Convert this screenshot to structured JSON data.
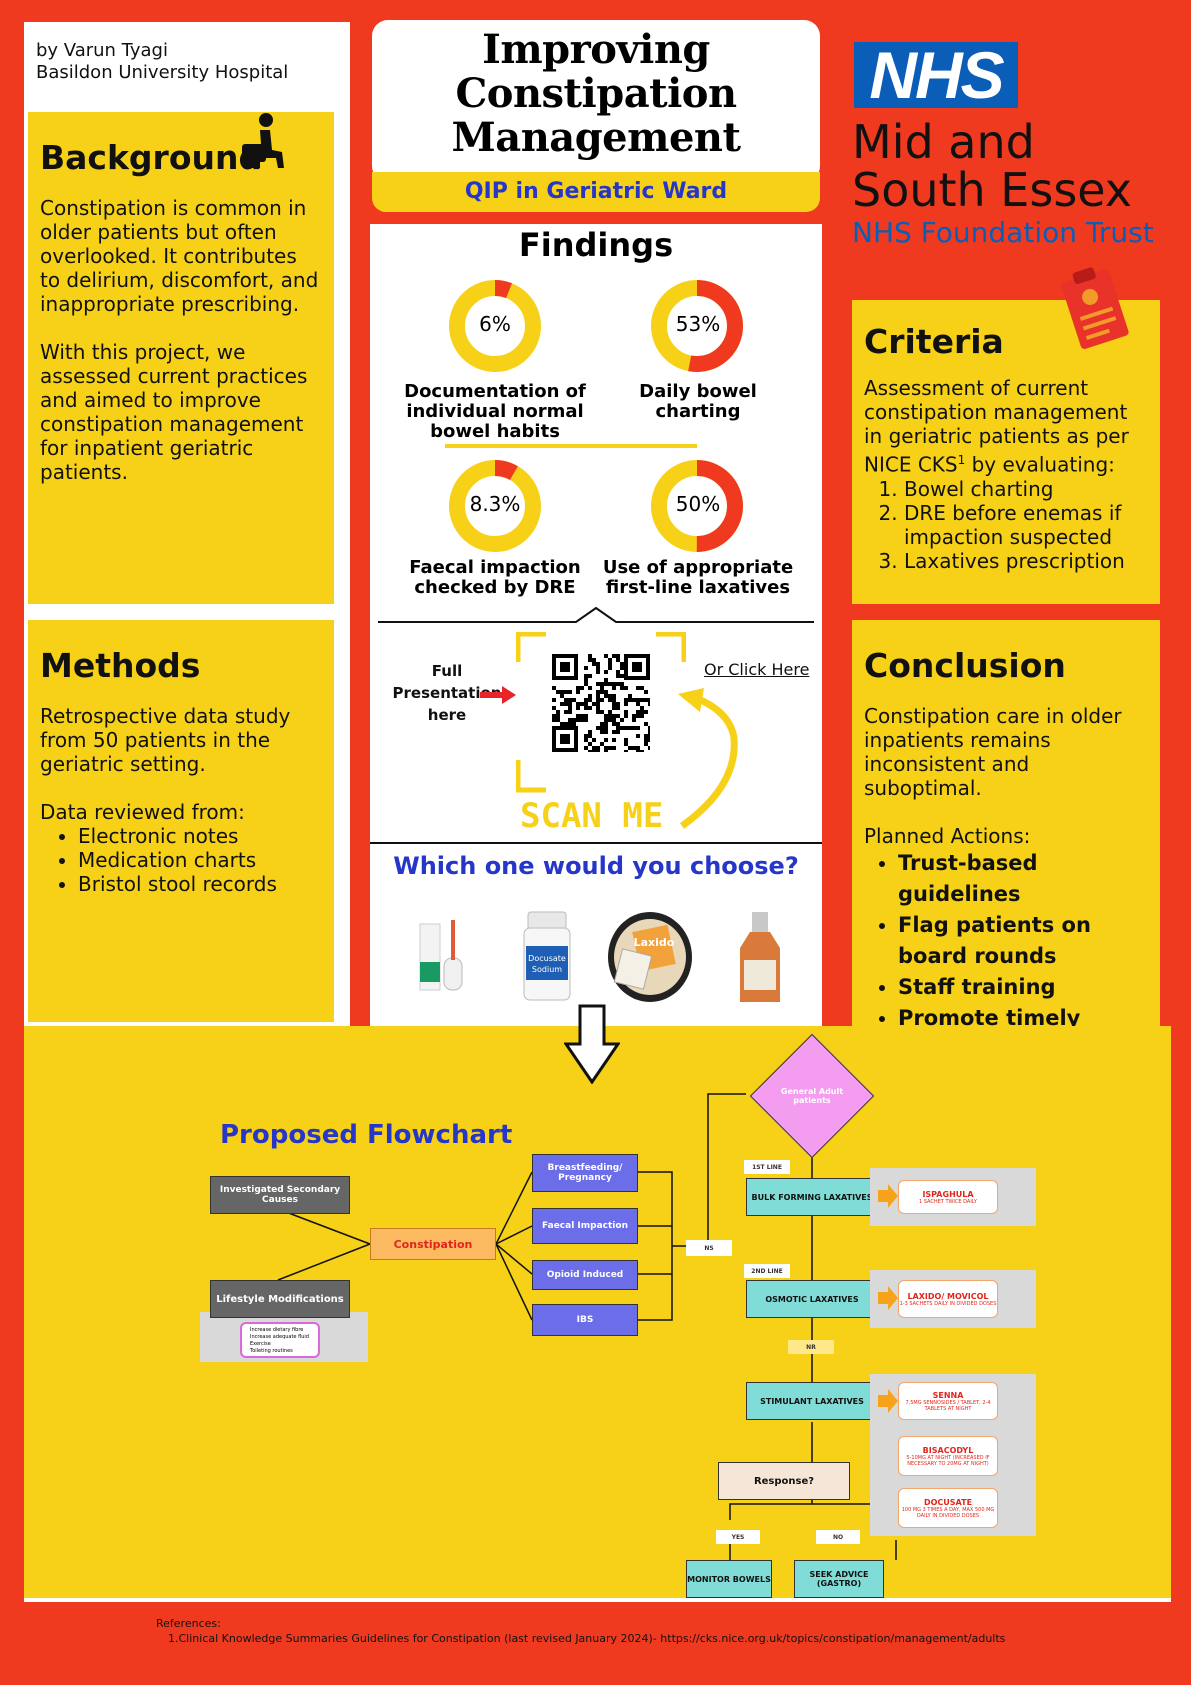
{
  "author": {
    "line1": "by Varun Tyagi",
    "line2": "Basildon University Hospital"
  },
  "title": {
    "line1": "Improving",
    "line2": "Constipation",
    "line3": "Management",
    "subtitle": "QIP in Geriatric Ward"
  },
  "logo": {
    "nhs": "NHS",
    "trust_line1": "Mid and",
    "trust_line2": "South Essex",
    "trust_line3": "NHS Foundation Trust"
  },
  "background": {
    "heading": "Background",
    "p1": "Constipation is common in older patients but often overlooked. It contributes to delirium, discomfort, and inappropriate prescribing.",
    "p2": "With this project, we assessed current practices and aimed to improve constipation management for inpatient geriatric patients."
  },
  "methods": {
    "heading": "Methods",
    "p1": "Retrospective data study from 50 patients in the geriatric setting.",
    "p2": "Data reviewed from:",
    "items": [
      "Electronic notes",
      "Medication charts",
      "Bristol stool records"
    ]
  },
  "criteria": {
    "heading": "Criteria",
    "intro": "Assessment of current constipation management in geriatric patients as per NICE CKS",
    "sup": "1",
    "intro_end": " by evaluating:",
    "items": [
      "Bowel charting",
      "DRE before enemas if impaction suspected",
      "Laxatives prescription"
    ]
  },
  "conclusion": {
    "heading": "Conclusion",
    "p1": "Constipation care in older inpatients remains inconsistent and suboptimal.",
    "p2": "Planned Actions:",
    "items": [
      "Trust-based guidelines",
      "Flag patients on board rounds",
      "Staff training",
      "Promote timely DREs"
    ]
  },
  "findings": {
    "heading": "Findings",
    "donuts": [
      {
        "pct_label": "6%",
        "value": 6,
        "label_lines": [
          "Documentation of",
          "individual normal",
          "bowel habits"
        ]
      },
      {
        "pct_label": "53%",
        "value": 53,
        "label_lines": [
          "Daily bowel",
          "charting"
        ]
      },
      {
        "pct_label": "8.3%",
        "value": 8.3,
        "label_lines": [
          "Faecal impaction",
          "checked by DRE"
        ]
      },
      {
        "pct_label": "50%",
        "value": 50,
        "label_lines": [
          "Use of appropriate",
          "first-line laxatives"
        ]
      }
    ]
  },
  "qr": {
    "full_line1": "Full Presentation",
    "full_line2": "here",
    "click": "Or Click Here",
    "scan": "SCAN  ME"
  },
  "question": "Which one would you choose?",
  "flowchart": {
    "title": "Proposed Flowchart",
    "constipation": "Constipation",
    "secondary": "Investigated Secondary Causes",
    "lifestyle": "Lifestyle Modifications",
    "lifestyle_items": [
      "Increase dietary fibre",
      "Increase adequate fluid",
      "Exercise",
      "Toileting routines"
    ],
    "causes": [
      "Breastfeeding/ Pregnancy",
      "Faecal Impaction",
      "Opioid Induced",
      "IBS"
    ],
    "ns": "NS",
    "general": "General Adult patients",
    "first_line": "1ST LINE",
    "bulk": "BULK FORMING LAXATIVES",
    "ispaghula": {
      "name": "ISPAGHULA",
      "dose": "1 SACHET TWICE DAILY"
    },
    "second_line": "2ND LINE",
    "osmotic": "OSMOTIC LAXATIVES",
    "laxido": {
      "name": "LAXIDO/ MOVICOL",
      "dose": "1-3 SACHETS DAILY IN DIVIDED DOSES"
    },
    "nr": "NR",
    "stimulant": "STIMULANT LAXATIVES",
    "senna": {
      "name": "SENNA",
      "dose": "7.5MG SENNOSIDES / TABLET, 2-4 TABLETS AT NIGHT"
    },
    "bisacodyl": {
      "name": "BISACODYL",
      "dose": "5-10MG AT NIGHT (INCREASED IF NECESSARY TO 20MG AT NIGHT)"
    },
    "docusate": {
      "name": "DOCUSATE",
      "dose": "100 MG 3 TIMES A DAY, MAX 500 MG DAILY IN DIVIDED DOSES"
    },
    "response": "Response?",
    "yes": "YES",
    "no": "NO",
    "monitor": "MONITOR BOWELS",
    "seek": "SEEK ADVICE (GASTRO)"
  },
  "references": {
    "heading": "References:",
    "item": "1.Clinical Knowledge Summaries Guidelines for Constipation (last revised January 2024)- ",
    "link": "https://cks.nice.org.uk/topics/constipation/management/adults"
  },
  "colors": {
    "red": "#f03a1f",
    "yellow": "#f7d117",
    "nhs_blue": "#0a5eb8",
    "accent_blue": "#2636c9"
  }
}
